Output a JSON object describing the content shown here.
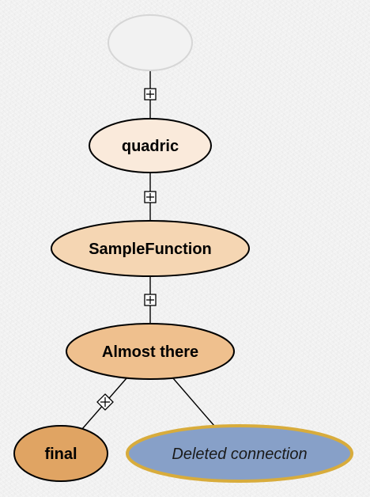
{
  "nodes": {
    "root": {
      "label": "",
      "fill": "#f2f2f2",
      "stroke": "#d6d6d6"
    },
    "quadric": {
      "label": "quadric",
      "fill": "#faeadb",
      "stroke": "#000000"
    },
    "sample_function": {
      "label": "SampleFunction",
      "fill": "#f5d6b3",
      "stroke": "#000000"
    },
    "almost_there": {
      "label": "Almost there",
      "fill": "#efc08e",
      "stroke": "#000000"
    },
    "final": {
      "label": "final",
      "fill": "#e0a463",
      "stroke": "#000000"
    },
    "deleted_connection": {
      "label": "Deleted connection",
      "fill": "#87a0c8",
      "stroke": "#d8ac3c"
    }
  },
  "edges": [
    {
      "from": "root",
      "to": "quadric",
      "marker": "boxed-plus"
    },
    {
      "from": "quadric",
      "to": "sample_function",
      "marker": "boxed-plus"
    },
    {
      "from": "sample_function",
      "to": "almost_there",
      "marker": "boxed-plus"
    },
    {
      "from": "almost_there",
      "to": "final",
      "marker": "diamond-plus"
    },
    {
      "from": "almost_there",
      "to": "deleted_connection",
      "marker": "none"
    }
  ]
}
